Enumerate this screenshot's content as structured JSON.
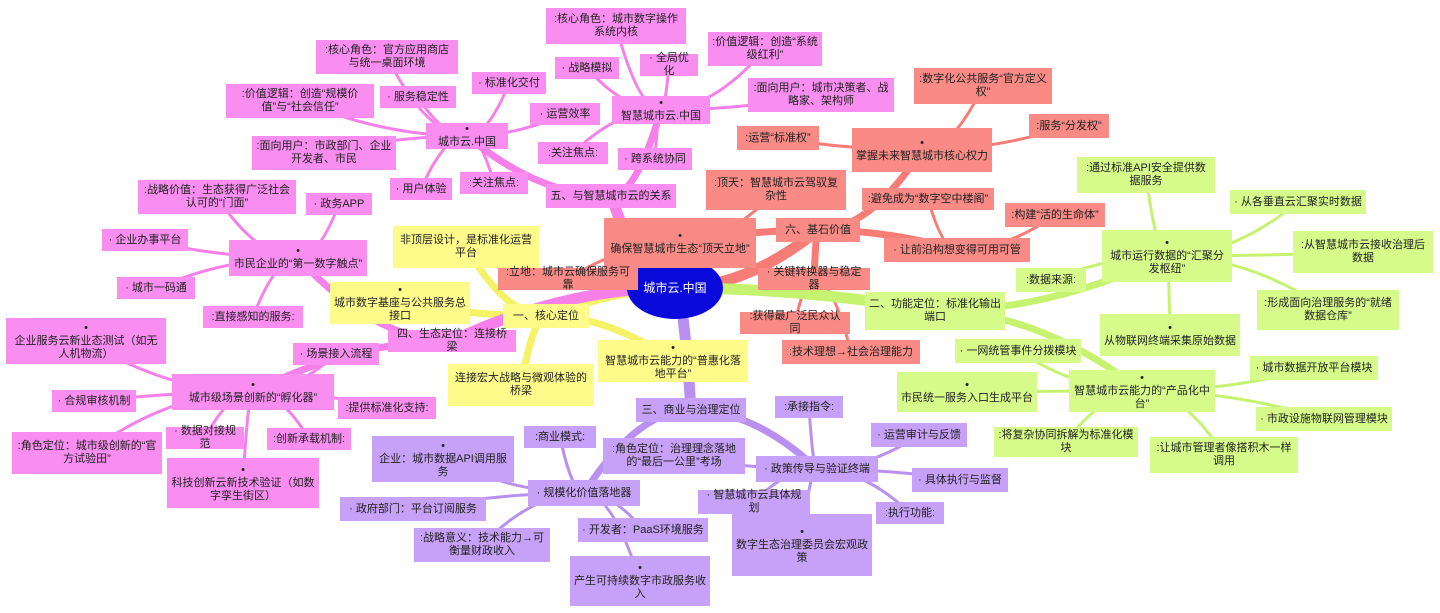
{
  "root": {
    "id": "root",
    "label": "城市云.中国",
    "color": "#0a0adb"
  },
  "colors": {
    "pink": "#f98ef0",
    "salmon": "#f98a85",
    "yellow": "#fdfb8a",
    "green": "#d6fb8a",
    "purple": "#c7a0f7",
    "pinkLine": "#f77fe9",
    "salmonLine": "#f77c76",
    "yellowLine": "#f5f265",
    "greenLine": "#c6f36f",
    "purpleLine": "#b98ff0"
  },
  "nodes": [
    {
      "id": "y1",
      "parent": "root",
      "label": "一、核心定位",
      "group": "yellow"
    },
    {
      "id": "y1a",
      "parent": "y1",
      "label": "城市数字基座与公共服务总接口",
      "group": "yellow",
      "bullet": true
    },
    {
      "id": "y1b",
      "parent": "y1",
      "label": "非顶层设计，是标准化运营平台",
      "group": "yellow"
    },
    {
      "id": "y1c",
      "parent": "y1",
      "label": "连接宏大战略与微观体验的桥梁",
      "group": "yellow"
    },
    {
      "id": "y1d",
      "parent": "y1",
      "label": "智慧城市云能力的“普惠化落地平台”",
      "group": "yellow",
      "bullet": true
    },
    {
      "id": "p4",
      "parent": "root",
      "label": "四、生态定位：连接桥梁",
      "group": "pink"
    },
    {
      "id": "pA",
      "parent": "p4",
      "label": "市民企业的“第一数字触点”",
      "group": "pink",
      "bullet": true
    },
    {
      "id": "pA1",
      "parent": "pA",
      "label": ":战略价值：生态获得广泛社会认可的“门面”",
      "group": "pink"
    },
    {
      "id": "pA2",
      "parent": "pA",
      "label": "· 政务APP",
      "group": "pink"
    },
    {
      "id": "pA3",
      "parent": "pA",
      "label": "· 企业办事平台",
      "group": "pink"
    },
    {
      "id": "pA4",
      "parent": "pA",
      "label": "· 城市一码通",
      "group": "pink"
    },
    {
      "id": "pA5",
      "parent": "pA",
      "label": ":直接感知的服务:",
      "group": "pink"
    },
    {
      "id": "pB",
      "parent": "p4",
      "label": "城市级场景创新的“孵化器”",
      "group": "pink",
      "bullet": true
    },
    {
      "id": "pB1",
      "parent": "pB",
      "label": "企业服务云新业态测试（如无人机物流）",
      "group": "pink",
      "bullet": true
    },
    {
      "id": "pB2",
      "parent": "pB",
      "label": "· 场景接入流程",
      "group": "pink"
    },
    {
      "id": "pB3",
      "parent": "pB",
      "label": "· 合规审核机制",
      "group": "pink"
    },
    {
      "id": "pB4",
      "parent": "pB",
      "label": ":提供标准化支持:",
      "group": "pink"
    },
    {
      "id": "pB5",
      "parent": "pB",
      "label": "· 数据对接规范",
      "group": "pink"
    },
    {
      "id": "pB6",
      "parent": "pB",
      "label": ":角色定位：城市级创新的“官方试验田”",
      "group": "pink"
    },
    {
      "id": "pB7",
      "parent": "pB",
      "label": ":创新承载机制:",
      "group": "pink"
    },
    {
      "id": "pB8",
      "parent": "pB",
      "label": "科技创新云新技术验证（如数字孪生街区）",
      "group": "pink",
      "bullet": true
    },
    {
      "id": "s5",
      "parent": "root",
      "label": "五、与智慧城市云的关系",
      "group": "pink"
    },
    {
      "id": "sA",
      "parent": "s5",
      "label": "城市云.中国",
      "group": "pink",
      "bullet": true
    },
    {
      "id": "sA1",
      "parent": "sA",
      "label": ":核心角色：官方应用商店与统一桌面环境",
      "group": "pink"
    },
    {
      "id": "sA2",
      "parent": "sA",
      "label": "· 标准化交付",
      "group": "pink"
    },
    {
      "id": "sA3",
      "parent": "sA",
      "label": "· 服务稳定性",
      "group": "pink"
    },
    {
      "id": "sA4",
      "parent": "sA",
      "label": ":价值逻辑：创造“规模价值”与“社会信任”",
      "group": "pink"
    },
    {
      "id": "sA5",
      "parent": "sA",
      "label": "· 运营效率",
      "group": "pink"
    },
    {
      "id": "sA6",
      "parent": "sA",
      "label": ":面向用户：市政部门、企业开发者、市民",
      "group": "pink"
    },
    {
      "id": "sA7",
      "parent": "sA",
      "label": ":关注焦点:",
      "group": "pink"
    },
    {
      "id": "sA8",
      "parent": "sA",
      "label": "· 用户体验",
      "group": "pink"
    },
    {
      "id": "sB",
      "parent": "s5",
      "label": "智慧城市云.中国",
      "group": "pink",
      "bullet": true
    },
    {
      "id": "sB1",
      "parent": "sB",
      "label": ":核心角色：城市数字操作系统内核",
      "group": "pink"
    },
    {
      "id": "sB2",
      "parent": "sB",
      "label": "· 战略模拟",
      "group": "pink"
    },
    {
      "id": "sB3",
      "parent": "sB",
      "label": "· 全局优化",
      "group": "pink"
    },
    {
      "id": "sB4",
      "parent": "sB",
      "label": ":价值逻辑：创造“系统级红利”",
      "group": "pink"
    },
    {
      "id": "sB5",
      "parent": "sB",
      "label": ":面向用户：城市决策者、战略家、架构师",
      "group": "pink"
    },
    {
      "id": "sB6",
      "parent": "sB",
      "label": ":关注焦点:",
      "group": "pink"
    },
    {
      "id": "sB7",
      "parent": "sB",
      "label": "· 跨系统协同",
      "group": "pink"
    },
    {
      "id": "r6",
      "parent": "root",
      "label": "六、基石价值",
      "group": "salmon"
    },
    {
      "id": "rA",
      "parent": "r6",
      "label": "确保智慧城市生态“顶天立地”",
      "group": "salmon",
      "bullet": true
    },
    {
      "id": "rA1",
      "parent": "rA",
      "label": ":顶天：智慧城市云驾驭复杂性",
      "group": "salmon"
    },
    {
      "id": "rA2",
      "parent": "rA",
      "label": ":立地：城市云确保服务可靠",
      "group": "salmon"
    },
    {
      "id": "rB",
      "parent": "r6",
      "label": "掌握未来智慧城市核心权力",
      "group": "salmon",
      "bullet": true
    },
    {
      "id": "rB1",
      "parent": "rB",
      "label": ":数字化公共服务“官方定义权”",
      "group": "salmon"
    },
    {
      "id": "rB2",
      "parent": "rB",
      "label": ":运营“标准权”",
      "group": "salmon"
    },
    {
      "id": "rB3",
      "parent": "rB",
      "label": ":服务“分发权”",
      "group": "salmon"
    },
    {
      "id": "rC",
      "parent": "r6",
      "label": "· 让前沿构想变得可用可管",
      "group": "salmon"
    },
    {
      "id": "rC1",
      "parent": "rC",
      "label": ":避免成为“数字空中楼阁”",
      "group": "salmon"
    },
    {
      "id": "rC2",
      "parent": "rC",
      "label": ":构建“活的生命体”",
      "group": "salmon"
    },
    {
      "id": "rD",
      "parent": "r6",
      "label": "· 关键转换器与稳定器",
      "group": "salmon"
    },
    {
      "id": "rD1",
      "parent": "rD",
      "label": ":获得最广泛民众认同",
      "group": "salmon"
    },
    {
      "id": "rD2",
      "parent": "rD",
      "label": ":技术理想→社会治理能力",
      "group": "salmon"
    },
    {
      "id": "g2",
      "parent": "root",
      "label": "二、功能定位：标准化输出端口",
      "group": "green"
    },
    {
      "id": "gA",
      "parent": "g2",
      "label": "城市运行数据的“汇聚分发枢纽”",
      "group": "green",
      "bullet": true
    },
    {
      "id": "gA1",
      "parent": "gA",
      "label": ":通过标准API安全提供数据服务",
      "group": "green"
    },
    {
      "id": "gA2",
      "parent": "gA",
      "label": "· 从各垂直云汇聚实时数据",
      "group": "green"
    },
    {
      "id": "gA3",
      "parent": "gA",
      "label": ":从智慧城市云接收治理后数据",
      "group": "green"
    },
    {
      "id": "gA4",
      "parent": "gA",
      "label": ":数据来源:",
      "group": "green"
    },
    {
      "id": "gA5",
      "parent": "gA",
      "label": ":形成面向治理服务的“就绪数据仓库”",
      "group": "green"
    },
    {
      "id": "gA6",
      "parent": "gA",
      "label": "从物联网终端采集原始数据",
      "group": "green",
      "bullet": true
    },
    {
      "id": "gB",
      "parent": "g2",
      "label": "智慧城市云能力的“产品化中台”",
      "group": "green",
      "bullet": true
    },
    {
      "id": "gB1",
      "parent": "gB",
      "label": "· 一网统管事件分拨模块",
      "group": "green"
    },
    {
      "id": "gB2",
      "parent": "gB",
      "label": "· 城市数据开放平台模块",
      "group": "green"
    },
    {
      "id": "gB3",
      "parent": "gB",
      "label": "市民统一服务入口生成平台",
      "group": "green",
      "bullet": true
    },
    {
      "id": "gB4",
      "parent": "gB",
      "label": "· 市政设施物联网管理模块",
      "group": "green"
    },
    {
      "id": "gB5",
      "parent": "gB",
      "label": ":将复杂协同拆解为标准化模块",
      "group": "green"
    },
    {
      "id": "gB6",
      "parent": "gB",
      "label": ":让城市管理者像搭积木一样调用",
      "group": "green"
    },
    {
      "id": "v3",
      "parent": "root",
      "label": "三、商业与治理定位",
      "group": "purple"
    },
    {
      "id": "vA",
      "parent": "v3",
      "label": "· 规模化价值落地器",
      "group": "purple"
    },
    {
      "id": "vA1",
      "parent": "vA",
      "label": ":商业模式:",
      "group": "purple"
    },
    {
      "id": "vA2",
      "parent": "vA",
      "label": "企业：城市数据API调用服务",
      "group": "purple",
      "bullet": true
    },
    {
      "id": "vA3",
      "parent": "vA",
      "label": "· 政府部门：平台订阅服务",
      "group": "purple"
    },
    {
      "id": "vA4",
      "parent": "vA",
      "label": "· 开发者：PaaS环境服务",
      "group": "purple"
    },
    {
      "id": "vA5",
      "parent": "vA",
      "label": ":战略意义：技术能力→可衡量财政收入",
      "group": "purple"
    },
    {
      "id": "vA6",
      "parent": "vA",
      "label": "产生可持续数字市政服务收入",
      "group": "purple",
      "bullet": true
    },
    {
      "id": "vB",
      "parent": "v3",
      "label": "· 政策传导与验证终端",
      "group": "purple"
    },
    {
      "id": "vB1",
      "parent": "vB",
      "label": ":角色定位：治理理念落地的“最后一公里”考场",
      "group": "purple"
    },
    {
      "id": "vB2",
      "parent": "vB",
      "label": ":承接指令:",
      "group": "purple"
    },
    {
      "id": "vB3",
      "parent": "vB",
      "label": "· 运营审计与反馈",
      "group": "purple"
    },
    {
      "id": "vB4",
      "parent": "vB",
      "label": "· 具体执行与监督",
      "group": "purple"
    },
    {
      "id": "vB5",
      "parent": "vB",
      "label": "· 智慧城市云具体规划",
      "group": "purple"
    },
    {
      "id": "vB6",
      "parent": "vB",
      "label": ":执行功能:",
      "group": "purple"
    },
    {
      "id": "vB7",
      "parent": "vB",
      "label": "数字生态治理委员会宏观政策",
      "group": "purple",
      "bullet": true
    }
  ]
}
